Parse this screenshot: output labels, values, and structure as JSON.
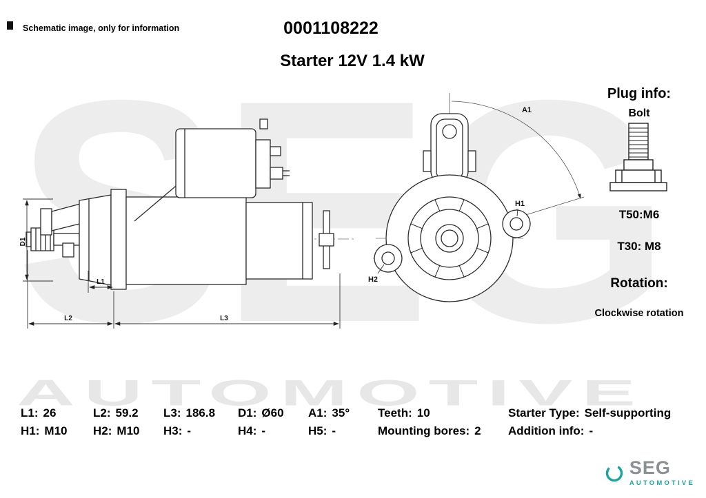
{
  "header": {
    "disclaimer": "Schematic image, only for information",
    "part_number": "0001108222",
    "title": "Starter 12V 1.4 kW"
  },
  "plug_info": {
    "heading": "Plug info:",
    "type": "Bolt",
    "t50": "T50:M6",
    "t30": "T30: M8",
    "rotation_heading": "Rotation:",
    "rotation_value": "Clockwise rotation"
  },
  "drawing": {
    "labels": {
      "d1": "D1",
      "l1": "L1",
      "l2": "L2",
      "l3": "L3",
      "a1": "A1",
      "h1": "H1",
      "h2": "H2"
    }
  },
  "watermark": {
    "text": "SEG",
    "bottom_text": "AUTOMOTIVE"
  },
  "specs": {
    "row1": [
      {
        "label": "L1:",
        "value": "26"
      },
      {
        "label": "L2:",
        "value": "59.2"
      },
      {
        "label": "L3:",
        "value": "186.8"
      },
      {
        "label": "D1:",
        "value": "Ø60"
      },
      {
        "label": "A1:",
        "value": "35°"
      },
      {
        "label": "Teeth:",
        "value": "10"
      },
      {
        "label": "Starter Type:",
        "value": "Self-supporting"
      }
    ],
    "row2": [
      {
        "label": "H1:",
        "value": "M10"
      },
      {
        "label": "H2:",
        "value": "M10"
      },
      {
        "label": "H3:",
        "value": "-"
      },
      {
        "label": "H4:",
        "value": "-"
      },
      {
        "label": "H5:",
        "value": "-"
      },
      {
        "label": "Mounting bores:",
        "value": "2"
      },
      {
        "label": "Addition info:",
        "value": "-"
      }
    ]
  },
  "footer_logo": {
    "brand": "SEG",
    "sub": "AUTOMOTIVE",
    "icon": "seg-ring-icon",
    "accent_color": "#17a59e",
    "text_color": "#8b9094"
  }
}
